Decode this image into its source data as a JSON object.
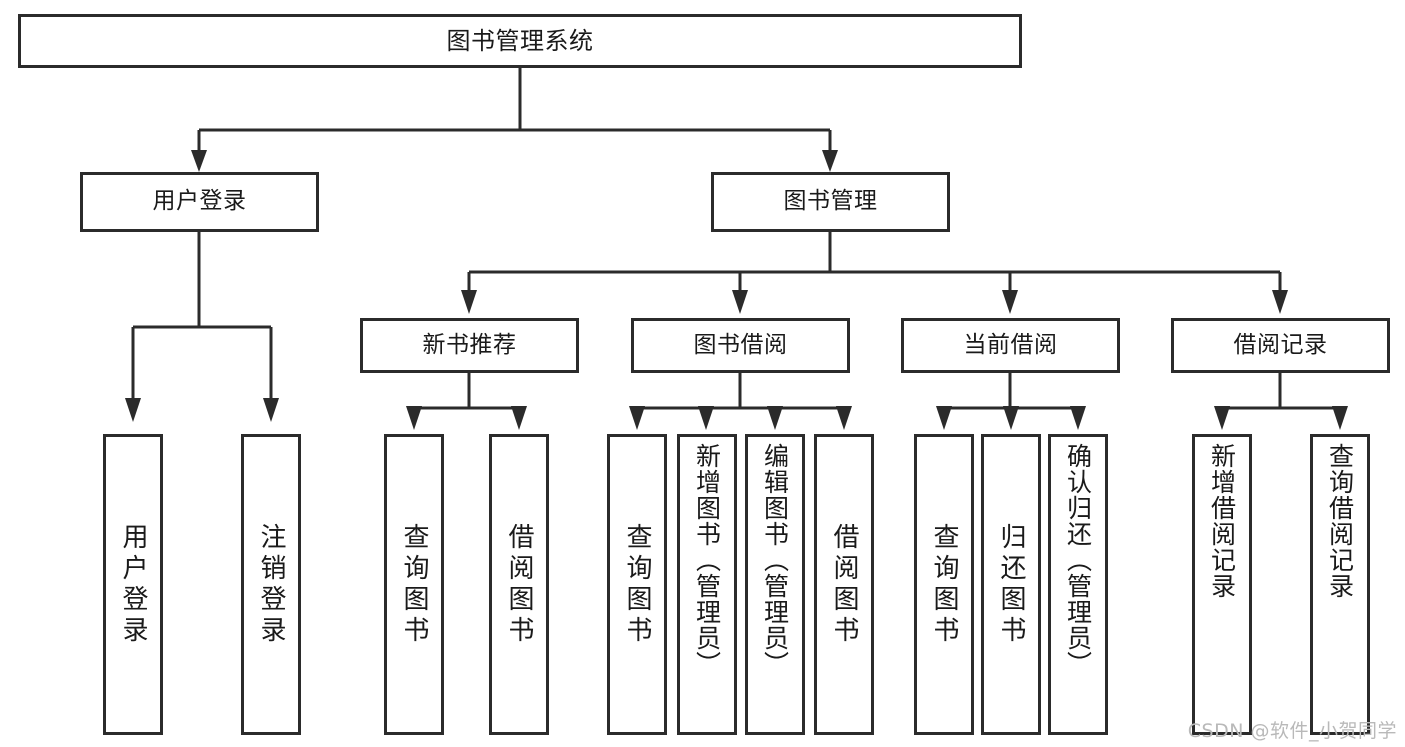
{
  "diagram": {
    "type": "tree",
    "title": "图书管理系统",
    "root": {
      "id": "root",
      "label": "图书管理系统"
    },
    "level2": [
      {
        "id": "user-login",
        "label": "用户登录"
      },
      {
        "id": "book-manage",
        "label": "图书管理"
      }
    ],
    "level3": [
      {
        "id": "new-book-rec",
        "label": "新书推荐"
      },
      {
        "id": "book-borrow",
        "label": "图书借阅"
      },
      {
        "id": "current-borrow",
        "label": "当前借阅"
      },
      {
        "id": "borrow-record",
        "label": "借阅记录"
      }
    ],
    "leaves": [
      {
        "id": "leaf-user-login",
        "label": "用户登录"
      },
      {
        "id": "leaf-logout",
        "label": "注销登录"
      },
      {
        "id": "leaf-query-book-1",
        "label": "查询图书"
      },
      {
        "id": "leaf-borrow-book-1",
        "label": "借阅图书"
      },
      {
        "id": "leaf-query-book-2",
        "label": "查询图书"
      },
      {
        "id": "leaf-add-book",
        "label": "新增图书（管理员）"
      },
      {
        "id": "leaf-edit-book",
        "label": "编辑图书（管理员）"
      },
      {
        "id": "leaf-borrow-book-2",
        "label": "借阅图书"
      },
      {
        "id": "leaf-query-book-3",
        "label": "查询图书"
      },
      {
        "id": "leaf-return-book",
        "label": "归还图书"
      },
      {
        "id": "leaf-confirm-return",
        "label": "确认归还（管理员）"
      },
      {
        "id": "leaf-add-record",
        "label": "新增借阅记录"
      },
      {
        "id": "leaf-query-record",
        "label": "查询借阅记录"
      }
    ],
    "colors": {
      "stroke": "#2b2b2b",
      "fill": "#ffffff",
      "text": "#1a1a1a",
      "watermark": "#b9b9b9"
    }
  },
  "watermark": {
    "text": "CSDN @软件_小贺同学"
  }
}
